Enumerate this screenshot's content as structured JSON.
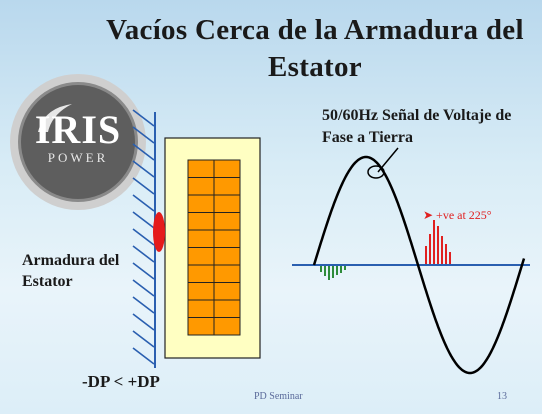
{
  "slide": {
    "title": "Vacíos Cerca de la Armadura del Estator",
    "logo": {
      "main": "IRIS",
      "sub": "POWER"
    },
    "labels": {
      "stator": "Armadura del Estator",
      "dp_relation": "-DP < +DP",
      "signal": "50/60Hz Señal de Voltaje de Fase a Tierra",
      "positive_pd": "➤ +ve at 225°"
    },
    "footer": {
      "center": "PD Seminar",
      "page": "13"
    },
    "colors": {
      "stator_hatch": "#2a5fb0",
      "slot_fill": "#ffffc2",
      "conductor": "#ff9900",
      "void": "#e51b1b",
      "sine": "#000000",
      "axis": "#2a5fb0",
      "negative_pd": "#2e8b3a",
      "positive_pd": "#e02020"
    }
  }
}
